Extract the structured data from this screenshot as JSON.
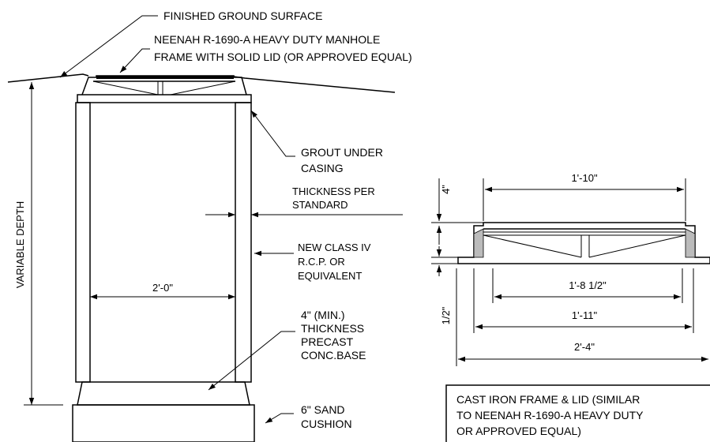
{
  "labels": {
    "finished_ground": "FINISHED GROUND SURFACE",
    "frame_line1": "NEENAH R-1690-A HEAVY DUTY MANHOLE",
    "frame_line2": "FRAME WITH SOLID LID (OR APPROVED EQUAL)",
    "grout_line1": "GROUT UNDER",
    "grout_line2": "CASING",
    "thickness_line1": "THICKNESS PER",
    "thickness_line2": "STANDARD",
    "rcp_line1": "NEW CLASS IV",
    "rcp_line2": "R.C.P. OR",
    "rcp_line3": "EQUIVALENT",
    "base_line1": "4\" (MIN.)",
    "base_line2": "THICKNESS",
    "base_line3": "PRECAST",
    "base_line4": "CONC.BASE",
    "sand_line1": "6\" SAND",
    "sand_line2": "CUSHION",
    "variable_depth": "VARIABLE DEPTH",
    "inner_width": "2'-0\""
  },
  "detail": {
    "dim_top": "1'-10\"",
    "dim_four": "4\"",
    "dim_half": "1/2\"",
    "dim_1": "1'-8 1/2\"",
    "dim_2": "1'-11\"",
    "dim_3": "2'-4\"",
    "note_line1": "CAST IRON FRAME & LID (SIMILAR",
    "note_line2": "TO NEENAH R-1690-A HEAVY DUTY",
    "note_line3": "OR APPROVED EQUAL)"
  }
}
